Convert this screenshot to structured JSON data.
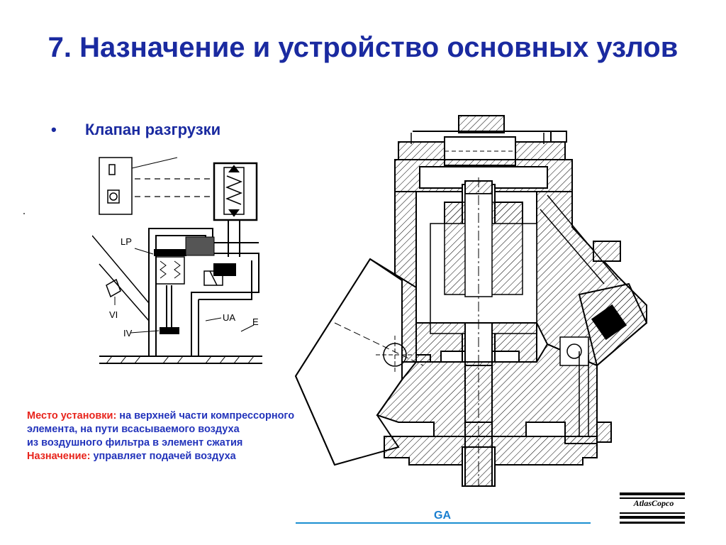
{
  "slide": {
    "title": "7. Назначение и устройство основных узлов",
    "bullet": "Клапан разгрузки"
  },
  "schematic": {
    "labels": {
      "lp": "LP",
      "vi": "VI",
      "iv": "IV",
      "ua": "UA",
      "e": "E"
    }
  },
  "description": {
    "location_label": "Место установки:",
    "location_line1": " на верхней части компрессорного",
    "location_line2": "элемента, на пути всасываемого воздуха",
    "location_line3": "из воздушного фильтра в элемент сжатия",
    "purpose_label": "Назначение:",
    "purpose_text": " управляет подачей воздуха"
  },
  "footer": {
    "code": "GA",
    "logo_text": "AtlasCopco"
  },
  "colors": {
    "title": "#1a2aa0",
    "label_red": "#e8241c",
    "text_blue": "#2233bb",
    "footer_line": "#1a8fd0"
  }
}
